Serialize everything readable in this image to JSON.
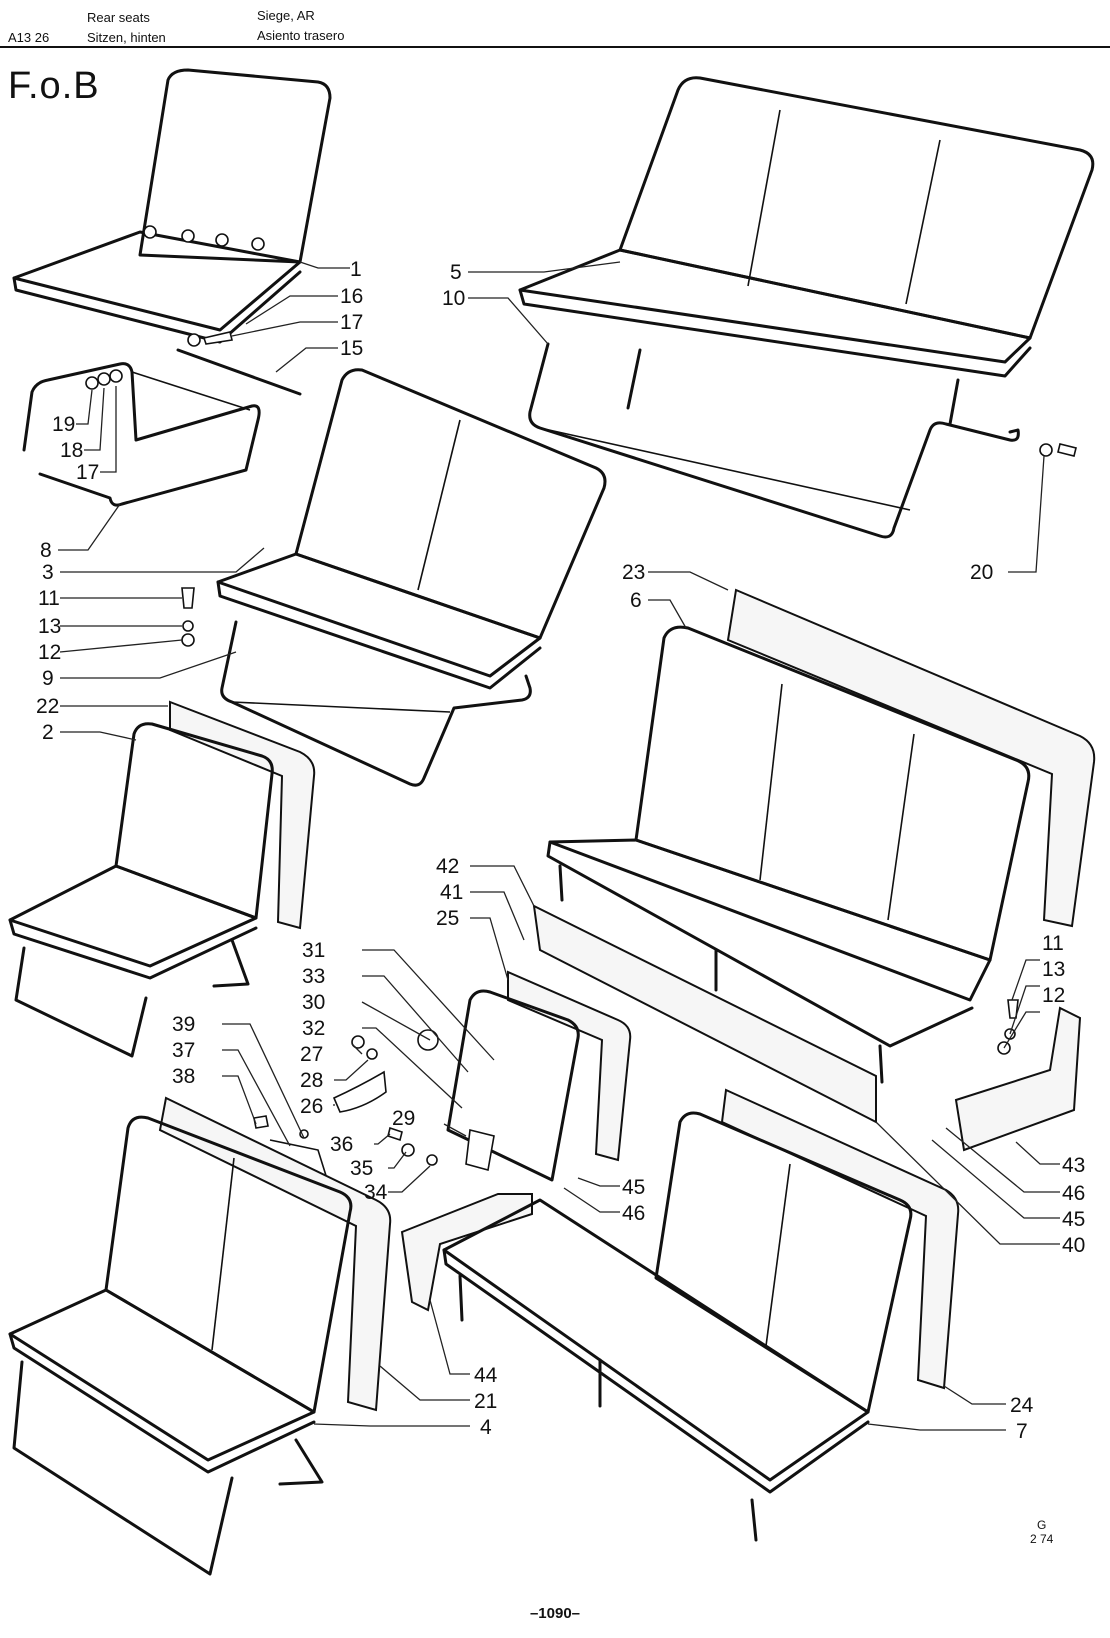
{
  "header": {
    "code": "A13 26",
    "en": "Rear seats",
    "de": "Sitzen, hinten",
    "fr": "Siege, AR",
    "es": "Asiento trasero"
  },
  "badge": "F.o.B",
  "callouts": {
    "c1": "1",
    "c16": "16",
    "c17a": "17",
    "c15": "15",
    "c19": "19",
    "c18": "18",
    "c17b": "17",
    "c8": "8",
    "c5": "5",
    "c10": "10",
    "c20": "20",
    "c3": "3",
    "c11a": "11",
    "c13a": "13",
    "c12a": "12",
    "c9": "9",
    "c22": "22",
    "c2": "2",
    "c23": "23",
    "c6": "6",
    "c42": "42",
    "c41": "41",
    "c25": "25",
    "c31": "31",
    "c33": "33",
    "c30": "30",
    "c32": "32",
    "c27": "27",
    "c28": "28",
    "c26": "26",
    "c29": "29",
    "c36": "36",
    "c35": "35",
    "c34": "34",
    "c39": "39",
    "c37": "37",
    "c38": "38",
    "c11b": "11",
    "c13b": "13",
    "c12b": "12",
    "c43": "43",
    "c46a": "46",
    "c45a": "45",
    "c40": "40",
    "c45b": "45",
    "c46b": "46",
    "c44": "44",
    "c21": "21",
    "c4": "4",
    "c24": "24",
    "c7": "7"
  },
  "footer": {
    "code_top": "G",
    "code_bottom": "2 74",
    "page": "–1090–"
  }
}
